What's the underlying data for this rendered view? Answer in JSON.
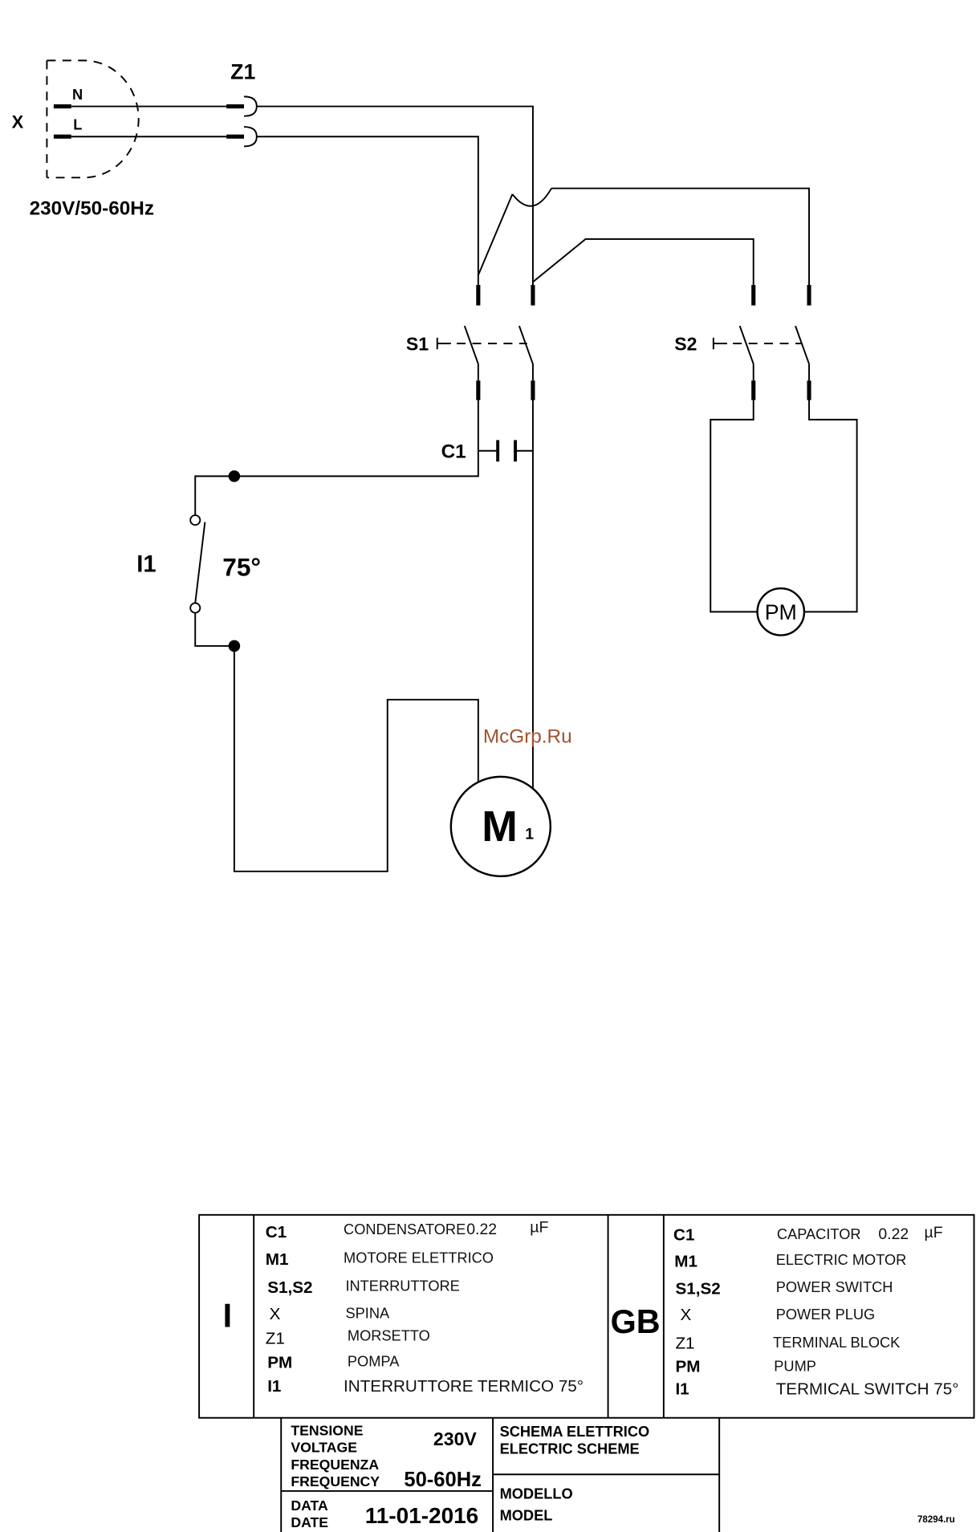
{
  "diagram": {
    "plug": {
      "label": "X",
      "pin_n": "N",
      "pin_l": "L"
    },
    "supply": "230V/50-60Hz",
    "terminal_block": {
      "label": "Z1"
    },
    "switch_s1": {
      "label": "S1"
    },
    "switch_s2": {
      "label": "S2"
    },
    "capacitor": {
      "label": "C1"
    },
    "thermal_switch": {
      "label": "I1",
      "temperature": "75°"
    },
    "motor": {
      "symbol": "M",
      "index": "1"
    },
    "pump": {
      "label": "PM"
    }
  },
  "watermarks": {
    "site": "McGrp.Ru",
    "corner": "78294.ru"
  },
  "legend": {
    "italian": {
      "language": "I",
      "rows": [
        {
          "code": "C1",
          "description": "CONDENSATORE",
          "value": "0.22",
          "unit": "µF"
        },
        {
          "code": "M1",
          "description": "MOTORE ELETTRICO"
        },
        {
          "code": "S1,S2",
          "description": "INTERRUTTORE"
        },
        {
          "code": "X",
          "description": "SPINA"
        },
        {
          "code": "Z1",
          "description": "MORSETTO"
        },
        {
          "code": "PM",
          "description": "POMPA"
        },
        {
          "code": "I1",
          "description": "INTERRUTTORE TERMICO 75°"
        }
      ]
    },
    "english": {
      "language": "GB",
      "rows": [
        {
          "code": "C1",
          "description": "CAPACITOR",
          "value": "0.22",
          "unit": "µF"
        },
        {
          "code": "M1",
          "description": "ELECTRIC MOTOR"
        },
        {
          "code": "S1,S2",
          "description": "POWER SWITCH"
        },
        {
          "code": "X",
          "description": "POWER PLUG"
        },
        {
          "code": "Z1",
          "description": "TERMINAL BLOCK"
        },
        {
          "code": "PM",
          "description": "PUMP"
        },
        {
          "code": "I1",
          "description": "TERMICAL SWITCH 75°"
        }
      ]
    }
  },
  "title_block": {
    "voltage_label_it": "TENSIONE",
    "voltage_label_en": "VOLTAGE",
    "voltage_value": "230V",
    "frequency_label_it": "FREQUENZA",
    "frequency_label_en": "FREQUENCY",
    "frequency_value": "50-60Hz",
    "date_label_it": "DATA",
    "date_label_en": "DATE",
    "date_value": "11-01-2016",
    "title_it": "SCHEMA ELETTRICO",
    "title_en": "ELECTRIC SCHEME",
    "model_label_it": "MODELLO",
    "model_label_en": "MODEL"
  },
  "colors": {
    "ink": "#000000",
    "watermark": "#a0522d",
    "background": "#ffffff"
  }
}
